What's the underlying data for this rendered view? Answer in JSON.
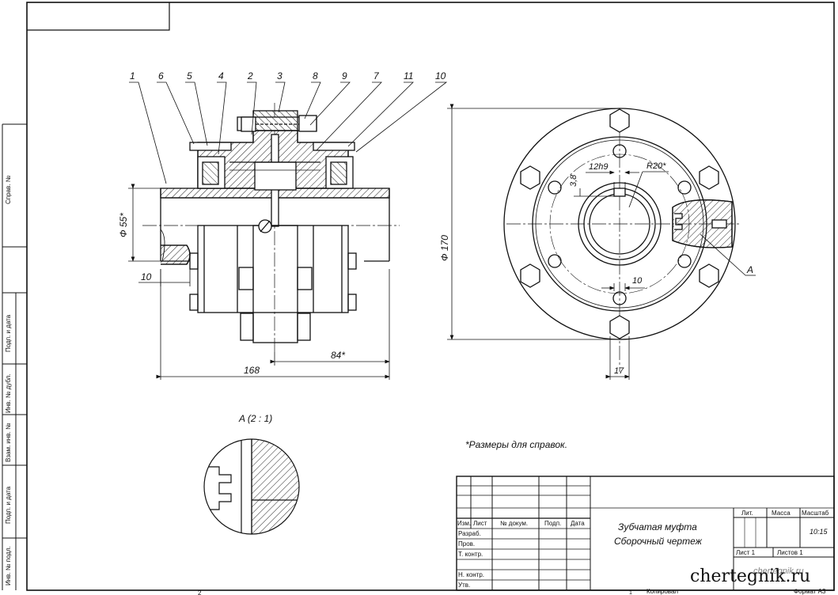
{
  "side_stamps": [
    "Справ. №",
    "Подп. и дата",
    "Инв. № дубл.",
    "Взам. инв. №",
    "Подп. и дата",
    "Инв. № подл."
  ],
  "balloons": [
    "1",
    "6",
    "5",
    "4",
    "2",
    "3",
    "8",
    "9",
    "7",
    "11",
    "10"
  ],
  "dims": {
    "d55": "Ф 55*",
    "w10_left": "10",
    "len168": "168",
    "len84": "84*",
    "d170": "Ф 170",
    "key12": "12h9",
    "r20": "R20*",
    "k38": "3,8",
    "w10_right": "10",
    "w17": "17",
    "detail_ref": "A"
  },
  "detail_title": "A (2 : 1)",
  "note": "*Размеры для справок.",
  "title_block": {
    "col_headers": [
      "Изм.",
      "Лист",
      "№ докум.",
      "Подп.",
      "Дата"
    ],
    "rows": [
      "Разраб.",
      "Пров.",
      "Т. контр.",
      "",
      "Н. контр.",
      "Утв."
    ],
    "name_line1": "Зубчатая муфта",
    "name_line2": "Сборочный чертеж",
    "lit": "Лит.",
    "mass": "Масса",
    "scale_label": "Масштаб",
    "scale_value": "10:15",
    "sheet": "Лист 1",
    "sheets": "Листов 1",
    "faded_site": "chertegnik.ru",
    "copied": "Копировал",
    "format": "Формат А3",
    "bottom_left_num": "2",
    "bottom_mid_num": "1"
  },
  "watermark": "chertegnik.ru"
}
